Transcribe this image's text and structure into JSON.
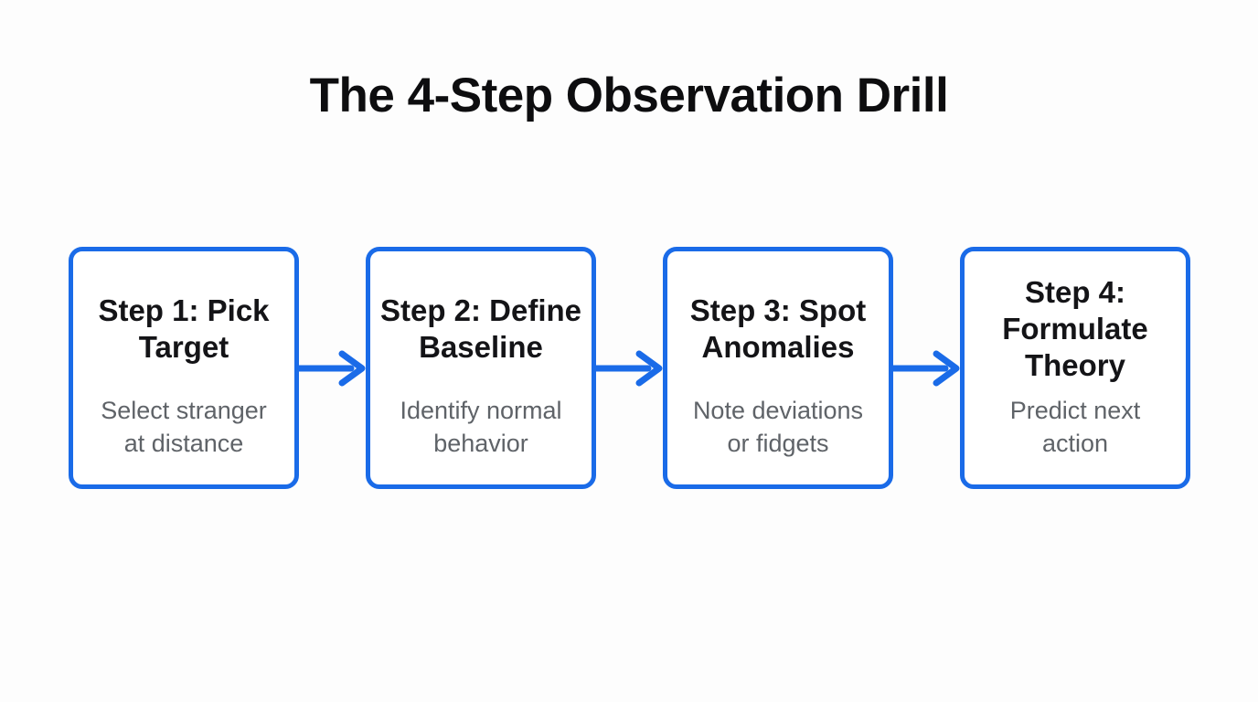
{
  "title": "The 4-Step Observation Drill",
  "colors": {
    "accent_blue": "#1a6be8",
    "heading_text": "#0d0d0f",
    "step_title_text": "#141417",
    "step_description_text": "#5f6368",
    "box_background": "#ffffff",
    "page_background": "#fdfdfd"
  },
  "connector_icon": "arrow-right",
  "steps": [
    {
      "title": "Step 1: Pick Target",
      "description": "Select stranger at distance"
    },
    {
      "title": "Step 2: Define Baseline",
      "description": "Identify normal behavior"
    },
    {
      "title": "Step 3: Spot Anomalies",
      "description": "Note deviations or fidgets"
    },
    {
      "title": "Step 4: Formulate Theory",
      "description": "Predict next action"
    }
  ]
}
